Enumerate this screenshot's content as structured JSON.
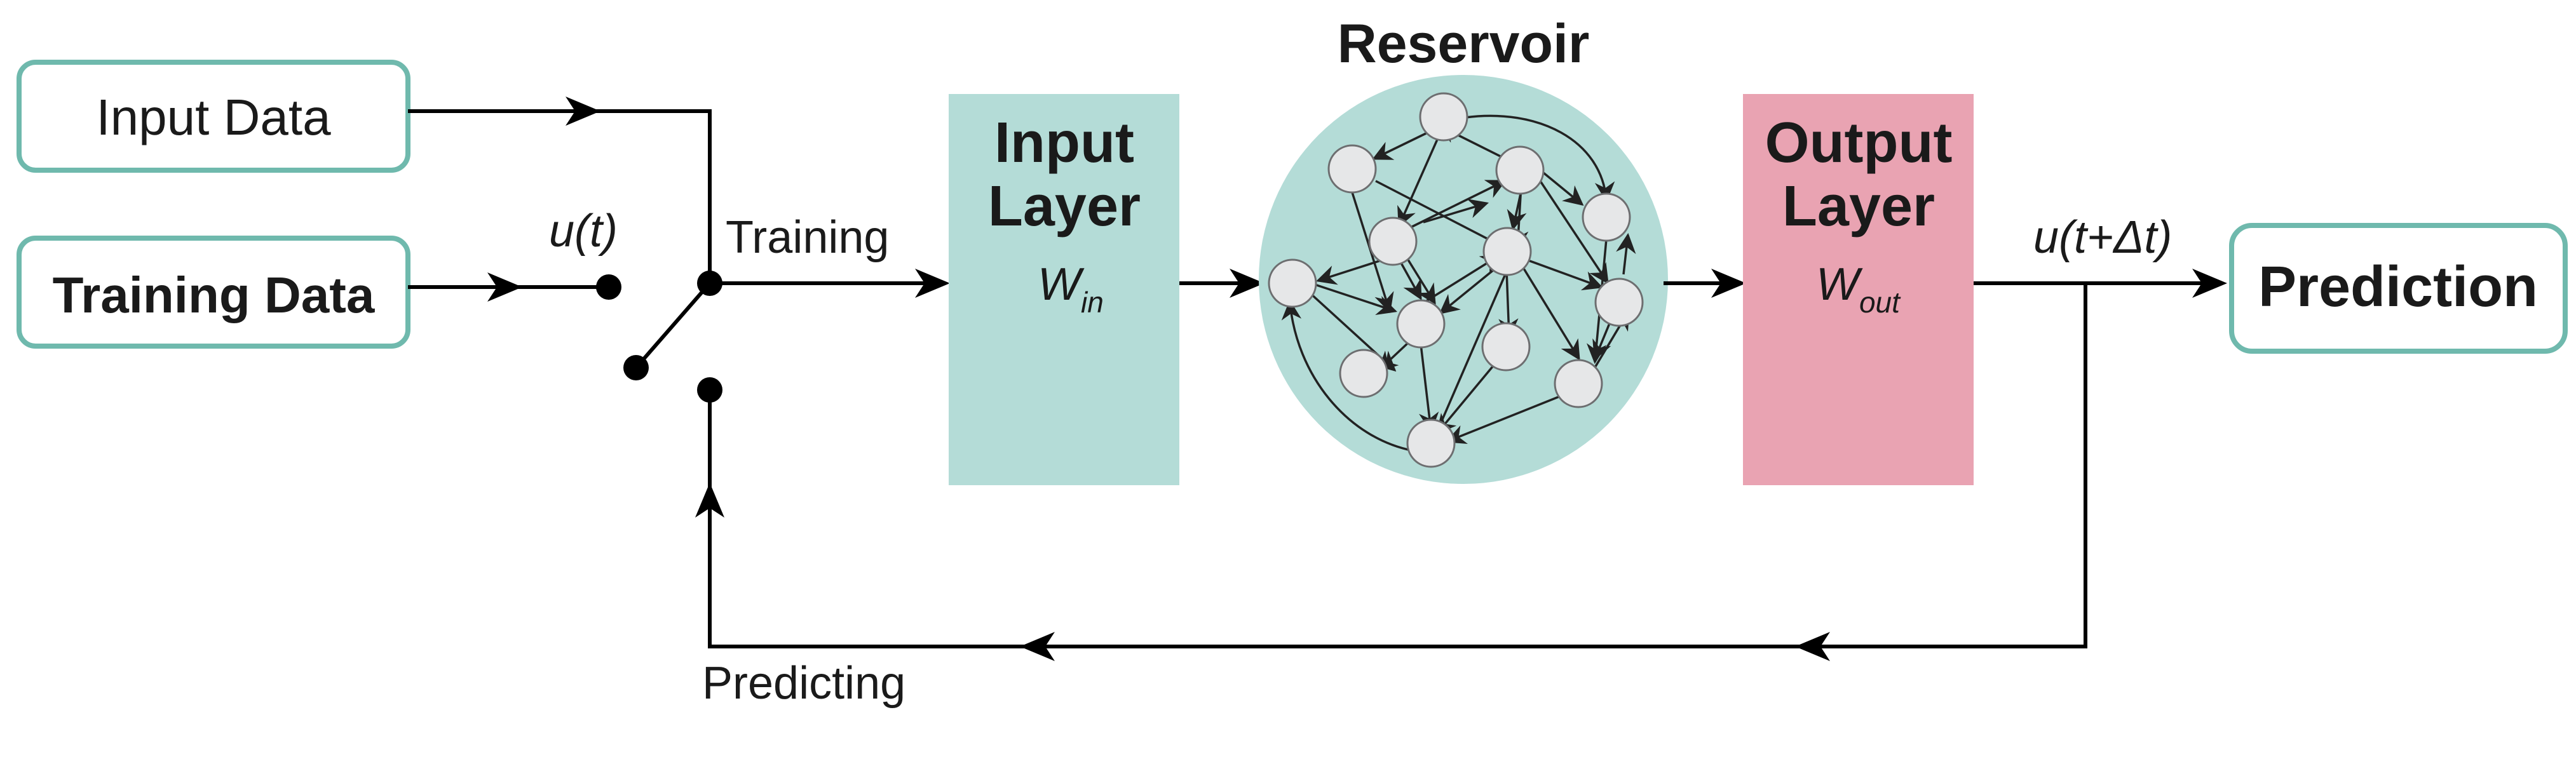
{
  "diagram": {
    "input_data": "Input Data",
    "training_data": "Training Data",
    "u_t": "u(t)",
    "training": "Training",
    "predicting": "Predicting",
    "input_layer": {
      "line1": "Input",
      "line2": "Layer",
      "weight": "W",
      "weight_sub": "in"
    },
    "reservoir": "Reservoir",
    "output_layer": {
      "line1": "Output",
      "line2": "Layer",
      "weight": "W",
      "weight_sub": "out"
    },
    "u_next": "u(t+Δt)",
    "prediction": "Prediction"
  },
  "colors": {
    "input_layer_fill": "#b4dcd7",
    "reservoir_fill": "#b4dcd7",
    "output_layer_fill": "#e9a3b2",
    "box_stroke": "#6fb9ad"
  }
}
